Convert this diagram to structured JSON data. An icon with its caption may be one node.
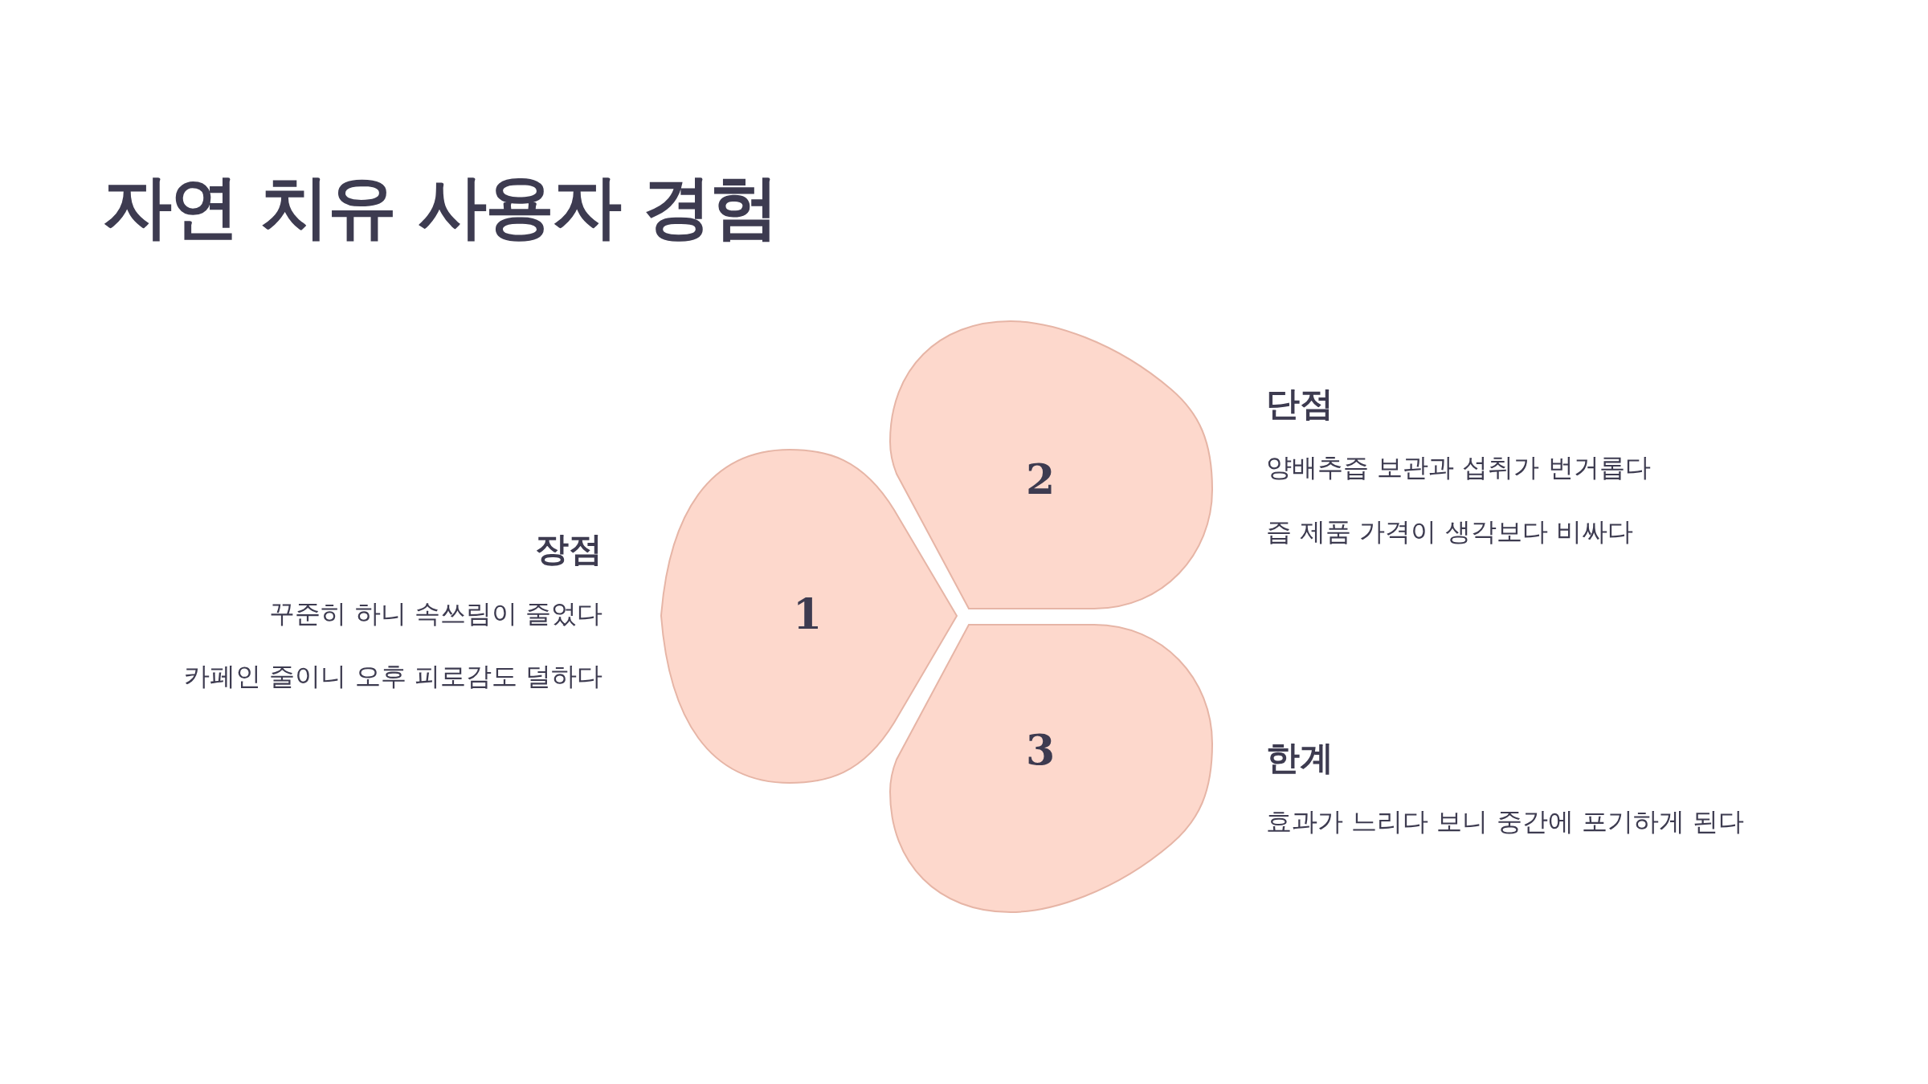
{
  "diagram": {
    "title": "자연 치유 사용자 경험",
    "nodes": [
      {
        "text": [
          "1"
        ],
        "beside": [
          "장점",
          "꾸준히 하니 속쓰림이 줄었다",
          "카페인 줄이니 오후 피로감도 덜하다"
        ]
      },
      {
        "text": [
          "2"
        ],
        "beside": [
          "단점",
          "양배추즙 보관과 섭취가 번거롭다",
          "즙 제품 가격이 생각보다 비싸다"
        ]
      },
      {
        "text": [
          "3"
        ],
        "beside": [
          "한계",
          "효과가 느리다 보니 중간에 포기하게 된다"
        ]
      }
    ],
    "edges": []
  }
}
